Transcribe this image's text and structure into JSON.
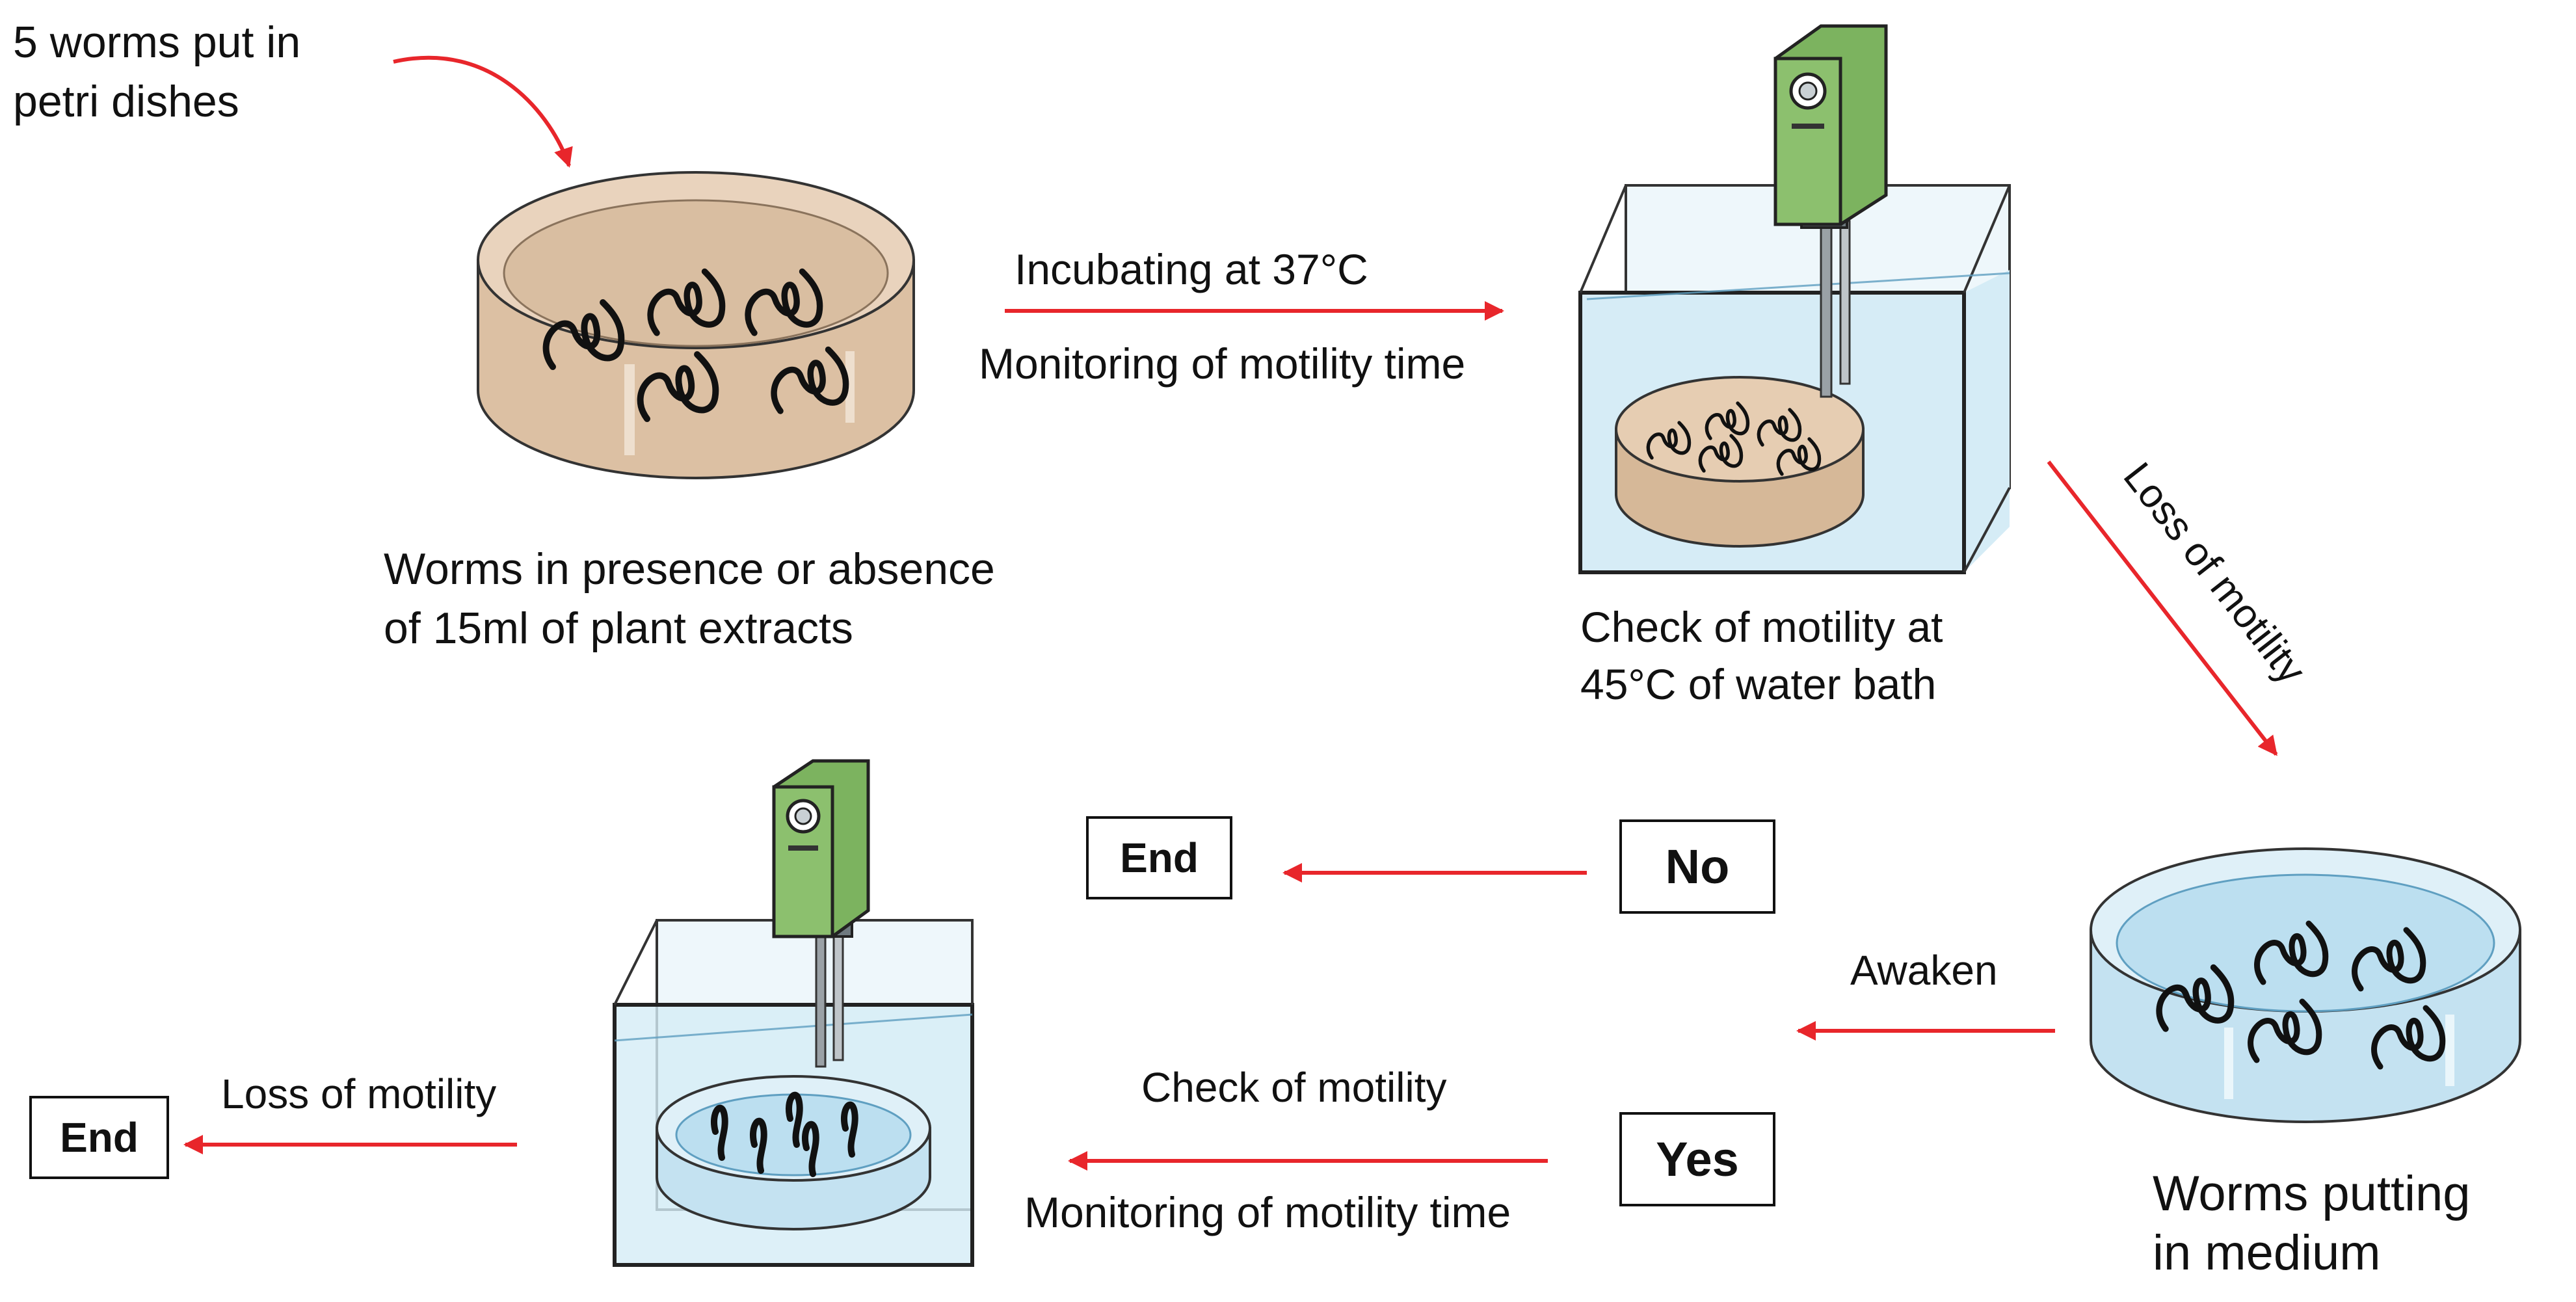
{
  "labels": {
    "start_note": [
      "5 worms put in",
      "petri dishes"
    ],
    "worms_dish": [
      "Worms in presence or absence",
      "of 15ml of plant extracts"
    ],
    "incubating": "Incubating at 37°C",
    "monitoring_top": "Monitoring of motility time",
    "check_45": [
      "Check of motility at",
      "45°C of water bath"
    ],
    "loss_diagonal": "Loss of motility",
    "awaken": "Awaken",
    "worms_medium": [
      "Worms putting",
      "in medium"
    ],
    "check_motility": "Check of motility",
    "monitoring_bottom": "Monitoring of motility time",
    "loss_bottom": "Loss of motility"
  },
  "boxes": {
    "end_top": "End",
    "no": "No",
    "yes": "Yes",
    "end_bottom": "End"
  },
  "colors": {
    "arrow": "#e8262b",
    "outline": "#111111",
    "dish_fill": "#e6cdb2",
    "dish_dark": "#d6b898",
    "water": "#d5ecf6",
    "water_edge": "#5f9fc1",
    "heater_green": "#8cc06e",
    "medium_fill": "#cfe8f5"
  },
  "icons": [
    "curved-arrow-icon",
    "petri-dish-icon",
    "water-bath-icon",
    "heater-icon",
    "worm-icon",
    "arrow-icon"
  ]
}
